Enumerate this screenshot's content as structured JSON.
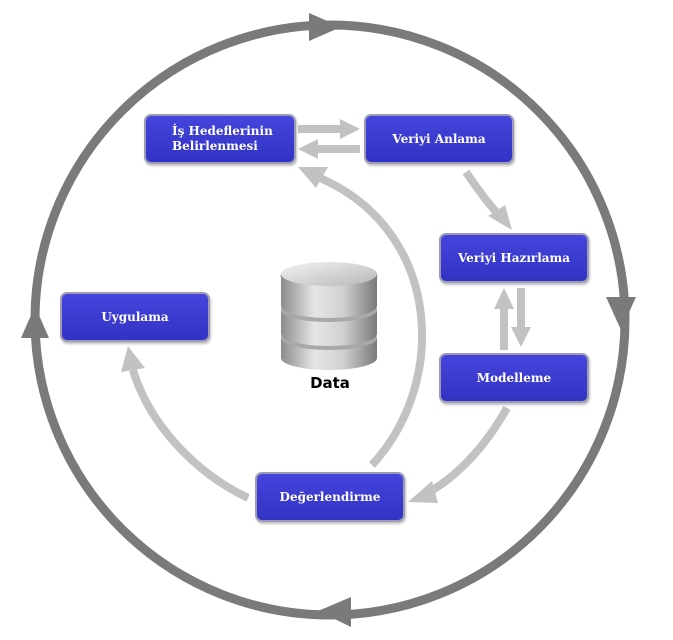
{
  "diagram": {
    "nodes": {
      "is_hedefleri": {
        "line1": "İş Hedeflerinin",
        "line2": "Belirlenmesi"
      },
      "veriyi_anlama": {
        "label": "Veriyi Anlama"
      },
      "veriyi_hazirlama": {
        "label": "Veriyi Hazırlama"
      },
      "modelleme": {
        "label": "Modelleme"
      },
      "degerlendirme": {
        "label": "Değerlendirme"
      },
      "uygulama": {
        "label": "Uygulama"
      }
    },
    "center": {
      "label": "Data",
      "icon": "database-icon"
    },
    "colors": {
      "box_fill": "#3a3ad0",
      "box_border": "#9c9cb4",
      "box_text": "#ffffff",
      "outer_ring": "#7a7a7a",
      "inner_arrow": "#c2c2c2"
    }
  }
}
